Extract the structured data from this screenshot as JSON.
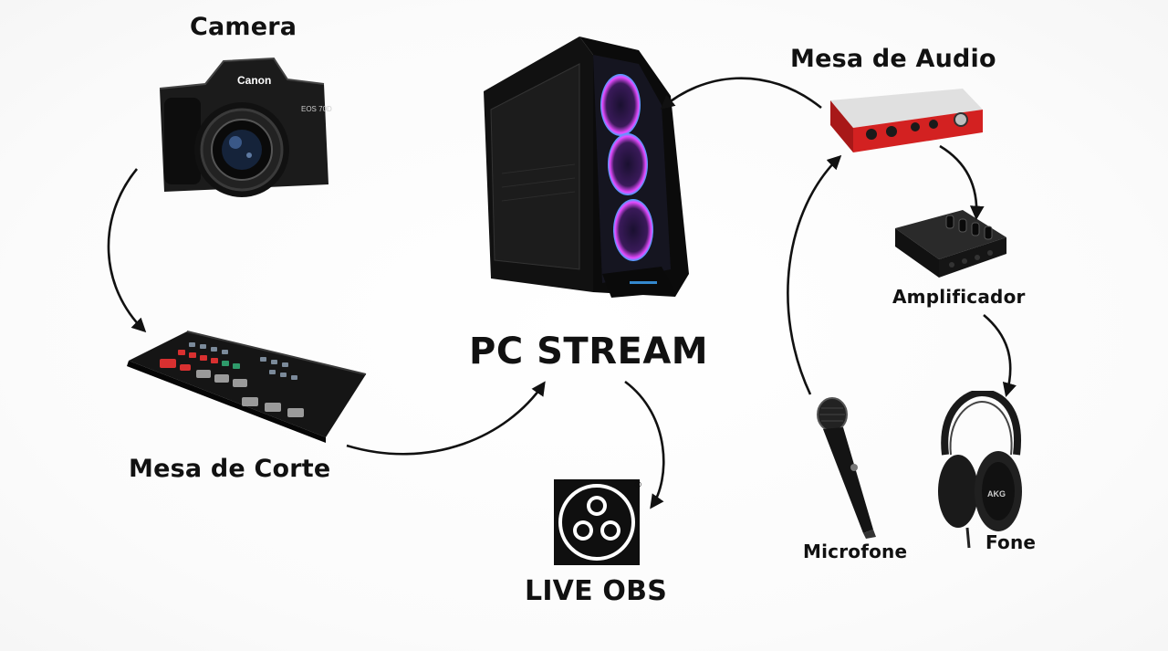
{
  "nodes": {
    "camera": "Camera",
    "mesa_corte": "Mesa de Corte",
    "pc_stream": "PC STREAM",
    "live_obs": "LIVE OBS",
    "mesa_audio": "Mesa de Audio",
    "amplificador": "Amplificador",
    "microfone": "Microfone",
    "fone": "Fone"
  },
  "device_text": {
    "camera_brand": "Canon",
    "camera_model": "EOS 70D",
    "obs_registered": "®",
    "headphone_brand": "AKG"
  },
  "colors": {
    "text": "#111111",
    "arrow": "#111111",
    "audio_interface": "#d32121",
    "pc_glow_pink": "#e64aff",
    "pc_glow_blue": "#3fa8ff"
  }
}
